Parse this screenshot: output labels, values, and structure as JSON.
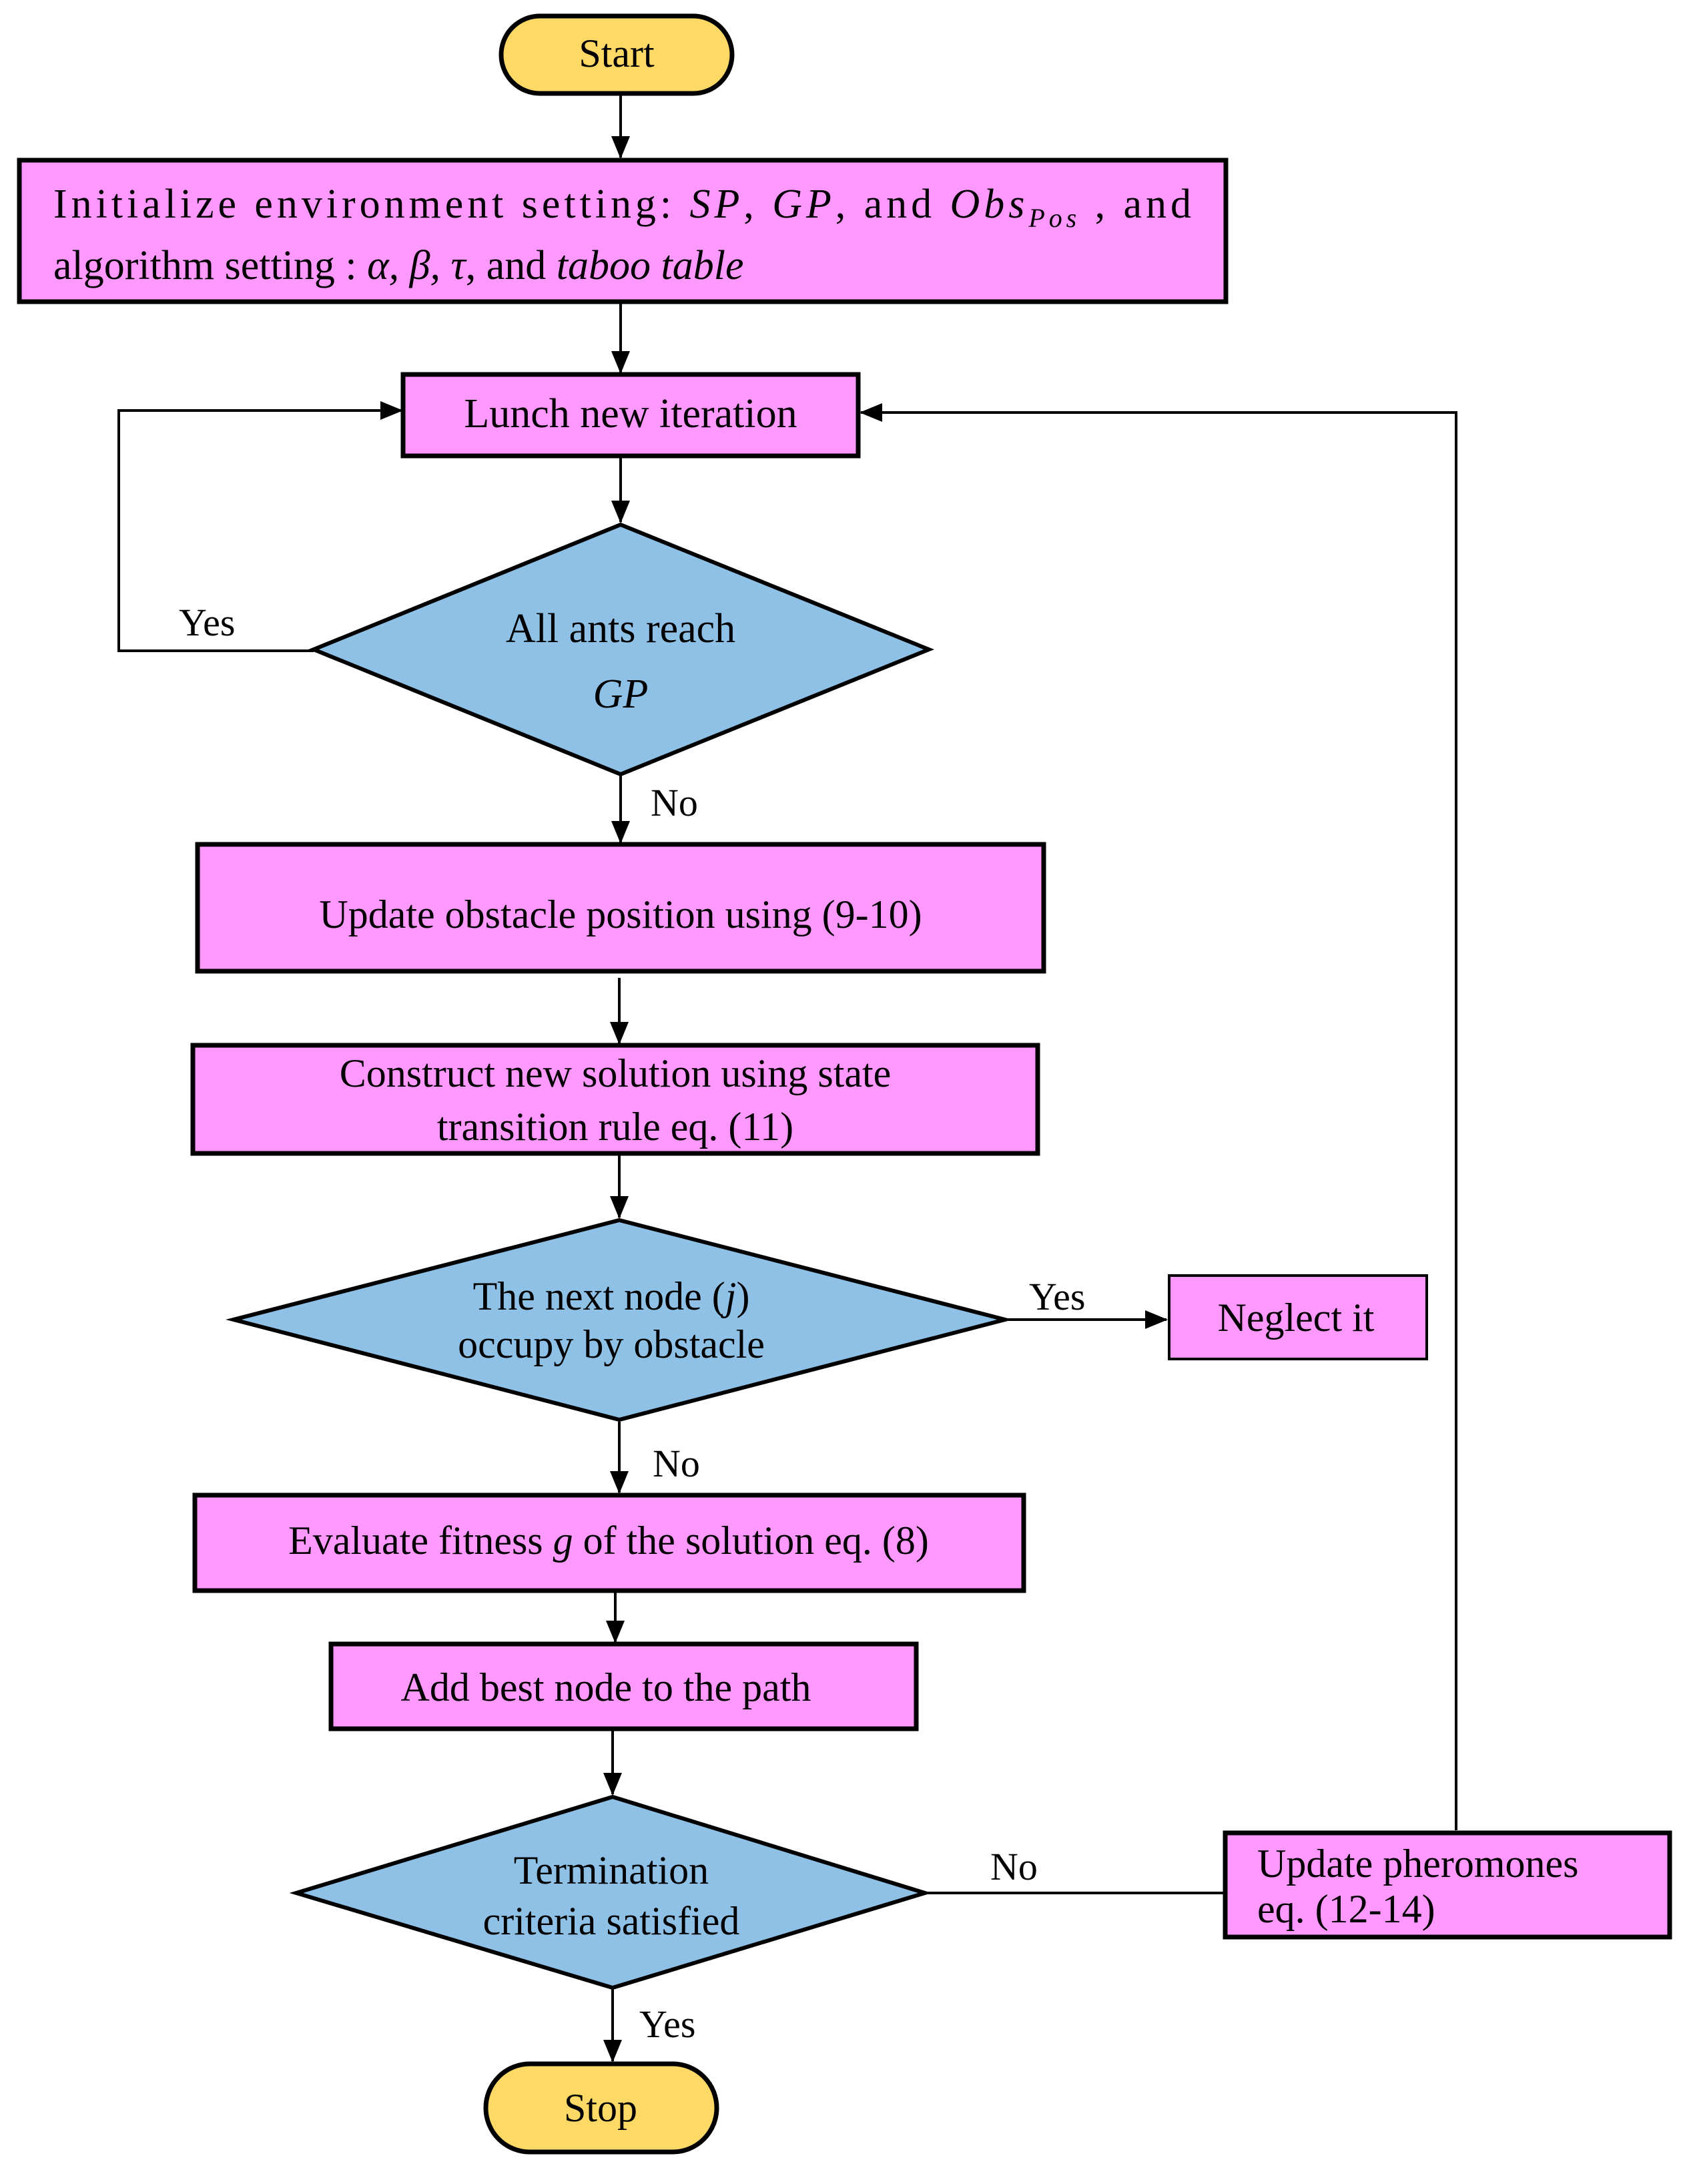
{
  "terminals": {
    "start": "Start",
    "stop": "Stop"
  },
  "process": {
    "init": {
      "line1_prefix": "Initialize environment setting: ",
      "sp": "SP",
      "comma1": ", ",
      "gp": "GP",
      "comma2": ", and ",
      "obs": "Obs",
      "obs_sub": "Pos",
      "line1_suffix": " , and",
      "line2_prefix": "algorithm setting : ",
      "params": "α, β, τ",
      "line2_mid": ", and ",
      "taboo": "taboo table"
    },
    "launch": "Lunch new iteration",
    "update_obstacle": "Update obstacle position using (9-10)",
    "construct_line1": "Construct new solution using state",
    "construct_line2": "transition rule eq. (11)",
    "evaluate_prefix": "Evaluate fitness ",
    "evaluate_var": "g",
    "evaluate_suffix": " of the solution eq. (8)",
    "add_best": "Add best node to the path",
    "neglect": "Neglect it",
    "pheromone_line1": "Update pheromones",
    "pheromone_line2": "eq. (12-14)"
  },
  "decisions": {
    "ants_line1": "All ants reach",
    "ants_line2": "GP",
    "next_node_line1_prefix": "The  next  node  (",
    "next_node_var": "j",
    "next_node_line1_suffix": ")",
    "next_node_line2": "occupy by obstacle",
    "termination_line1": "Termination",
    "termination_line2": "criteria satisfied"
  },
  "edge_labels": {
    "ants_yes": "Yes",
    "ants_no": "No",
    "node_yes": "Yes",
    "node_no": "No",
    "term_no": "No",
    "term_yes": "Yes"
  },
  "colors": {
    "process_fill": "#ff99ff",
    "decision_fill": "#8fc1e6",
    "terminal_fill": "#ffd966",
    "line": "#000000"
  }
}
